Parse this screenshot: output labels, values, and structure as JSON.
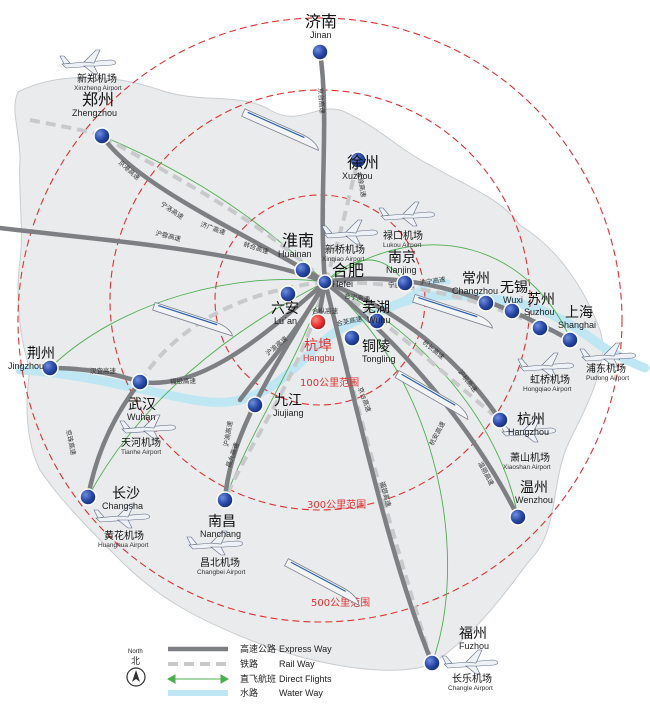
{
  "rings": [
    {
      "label": "100公里范围"
    },
    {
      "label": "300公里范围"
    },
    {
      "label": "500公里范围"
    }
  ],
  "cities": [
    {
      "id": "jinan",
      "cn": "济南",
      "en": "Jinan"
    },
    {
      "id": "zhengzhou",
      "cn": "郑州",
      "en": "Zhengzhou"
    },
    {
      "id": "xuzhou",
      "cn": "徐州",
      "en": "Xuzhou"
    },
    {
      "id": "huainan",
      "cn": "淮南",
      "en": "Huainan"
    },
    {
      "id": "hefei",
      "cn": "合肥",
      "en": "Hefei"
    },
    {
      "id": "nanjing",
      "cn": "南京",
      "en": "Nanjing"
    },
    {
      "id": "changzhou",
      "cn": "常州",
      "en": "Changzhou"
    },
    {
      "id": "wuxi",
      "cn": "无锡",
      "en": "Wuxi"
    },
    {
      "id": "suzhou",
      "cn": "苏州",
      "en": "Suzhou"
    },
    {
      "id": "shanghai",
      "cn": "上海",
      "en": "Shanghai"
    },
    {
      "id": "luan",
      "cn": "六安",
      "en": "Lu`an"
    },
    {
      "id": "wuhu",
      "cn": "芜湖",
      "en": "Wuhu"
    },
    {
      "id": "tongling",
      "cn": "铜陵",
      "en": "Tongling"
    },
    {
      "id": "hangbu",
      "cn": "杭埠",
      "en": "Hangbu"
    },
    {
      "id": "jingzhou",
      "cn": "荆州",
      "en": "Jingzhou"
    },
    {
      "id": "wuhan",
      "cn": "武汉",
      "en": "Wuhan"
    },
    {
      "id": "jiujiang",
      "cn": "九江",
      "en": "Jiujiang"
    },
    {
      "id": "hangzhou",
      "cn": "杭州",
      "en": "Hangzhou"
    },
    {
      "id": "wenzhou",
      "cn": "温州",
      "en": "Wenzhou"
    },
    {
      "id": "changsha",
      "cn": "长沙",
      "en": "Changsha"
    },
    {
      "id": "nanchang",
      "cn": "南昌",
      "en": "Nanchang"
    },
    {
      "id": "fuzhou",
      "cn": "福州",
      "en": "Fuzhou"
    }
  ],
  "airports": [
    {
      "id": "xinzheng",
      "cn": "新郑机场",
      "en": "Xinzheng Airport"
    },
    {
      "id": "lukou",
      "cn": "禄口机场",
      "en": "Lukou Airport"
    },
    {
      "id": "xinqiao",
      "cn": "新桥机场",
      "en": "Xinqiao Airport"
    },
    {
      "id": "hongqiao",
      "cn": "虹桥机场",
      "en": "Hongqiao Airport"
    },
    {
      "id": "pudong",
      "cn": "浦东机场",
      "en": "Pudong Airport"
    },
    {
      "id": "tianhe",
      "cn": "天河机场",
      "en": "Tianhe Airport"
    },
    {
      "id": "xiaoshan",
      "cn": "萧山机场",
      "en": "Xiaoshan Airport"
    },
    {
      "id": "huanghua",
      "cn": "黄花机场",
      "en": "Huanghua Airport"
    },
    {
      "id": "changbei",
      "cn": "昌北机场",
      "en": "Changbei Airport"
    },
    {
      "id": "changle",
      "cn": "长乐机场",
      "en": "Changle Airport"
    }
  ],
  "roads": [
    {
      "id": "jingtai",
      "label": "京台高速"
    },
    {
      "id": "hexu",
      "label": "合徐高速"
    },
    {
      "id": "jinggang",
      "label": "京港高速"
    },
    {
      "id": "ningluo",
      "label": "宁洛高速"
    },
    {
      "id": "jiguang",
      "label": "济广高速"
    },
    {
      "id": "hurong",
      "label": "沪蓉高速"
    },
    {
      "id": "bangge",
      "label": "蚌合高速"
    },
    {
      "id": "ningtai",
      "label": "宁台高速"
    },
    {
      "id": "hening",
      "label": "合宁高速"
    },
    {
      "id": "huning",
      "label": "沪宁高速"
    },
    {
      "id": "hefeng",
      "label": "合枞高速"
    },
    {
      "id": "hewu",
      "label": "合芜高速"
    },
    {
      "id": "huyu",
      "label": "沪渝高速"
    },
    {
      "id": "hanyi",
      "label": "汉宜高速"
    },
    {
      "id": "fuyin",
      "label": "福银高速"
    },
    {
      "id": "hangzhou_gs",
      "label": "杭长高速"
    },
    {
      "id": "jinghu",
      "label": "京台高速"
    },
    {
      "id": "huhang",
      "label": "沪杭高速"
    },
    {
      "id": "hangan",
      "label": "杭安高速"
    },
    {
      "id": "lingui",
      "label": "沪渝高速"
    },
    {
      "id": "jingzhu",
      "label": "京珠高速"
    },
    {
      "id": "changjiu",
      "label": "昌九高速"
    },
    {
      "id": "wenzhou_gs",
      "label": "温丽高速"
    },
    {
      "id": "fujian",
      "label": "福银高速"
    }
  ],
  "legend": {
    "compass_en": "North",
    "compass_cn": "北",
    "items": [
      {
        "id": "express",
        "cn": "高速公路",
        "en": "Express Way"
      },
      {
        "id": "rail",
        "cn": "铁路",
        "en": "Rail Way"
      },
      {
        "id": "flight",
        "cn": "直飞航班",
        "en": "Direct Flights"
      },
      {
        "id": "water",
        "cn": "水路",
        "en": "Water Way"
      }
    ]
  },
  "colors": {
    "land": "#e9ebec",
    "land_edge": "#c9cdd0",
    "express": "#7d7f82",
    "rail": "#c8c9cb",
    "flight": "#4caf50",
    "water": "#bfe6f3",
    "ring": "#e03030",
    "city_marker": "#1f3f9a",
    "hangbu_marker": "#e53030",
    "hangbu_text": "#e03030"
  }
}
